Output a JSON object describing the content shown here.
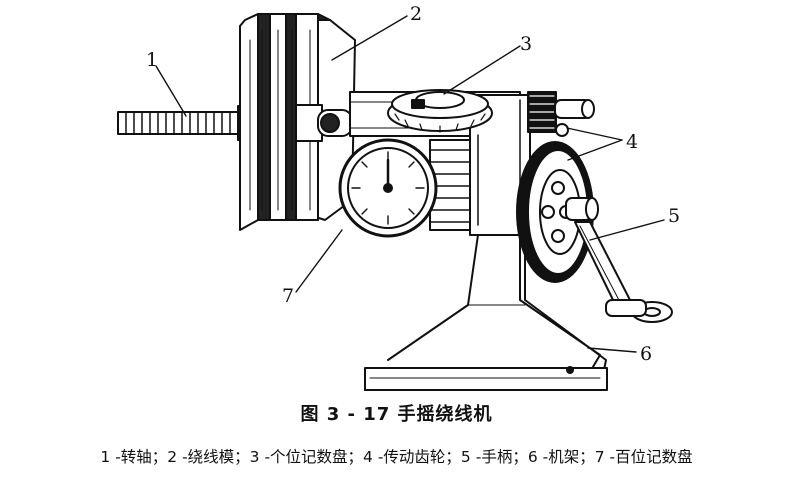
{
  "figure": {
    "callouts": [
      {
        "id": "1",
        "label": "1"
      },
      {
        "id": "2",
        "label": "2"
      },
      {
        "id": "3",
        "label": "3"
      },
      {
        "id": "4",
        "label": "4"
      },
      {
        "id": "5",
        "label": "5"
      },
      {
        "id": "6",
        "label": "6"
      },
      {
        "id": "7",
        "label": "7"
      }
    ],
    "caption": "图 3 - 17    手摇绕线机",
    "legend": "1 -转轴；2 -绕线模；3 -个位记数盘；4 -传动齿轮；5 -手柄；6 -机架；7 -百位记数盘"
  }
}
